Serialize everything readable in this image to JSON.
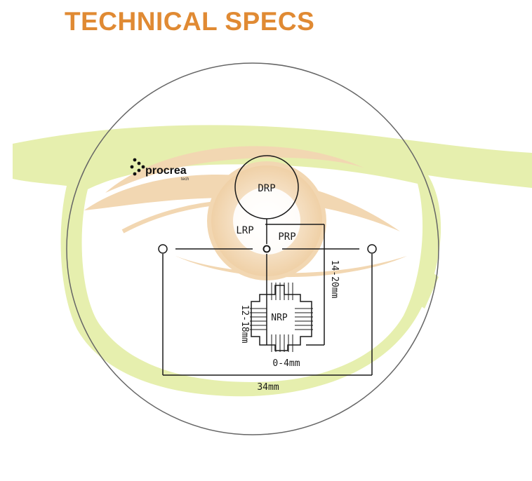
{
  "title": "TECHNICAL SPECS",
  "logo": {
    "name": "procrea",
    "sub": "tech"
  },
  "zones": {
    "drp": "DRP",
    "lrp": "LRP",
    "prp": "PRP",
    "nrp": "NRP"
  },
  "dimensions": {
    "corridor_length": "14-20mm",
    "near_height": "12-18mm",
    "inset": "0-4mm",
    "width": "34mm"
  },
  "colors": {
    "title": "#E08A33",
    "frame": "#E6EFAE",
    "eye": "#F2D7B2",
    "line": "#1a1a1a",
    "lens_outline": "#666666"
  }
}
